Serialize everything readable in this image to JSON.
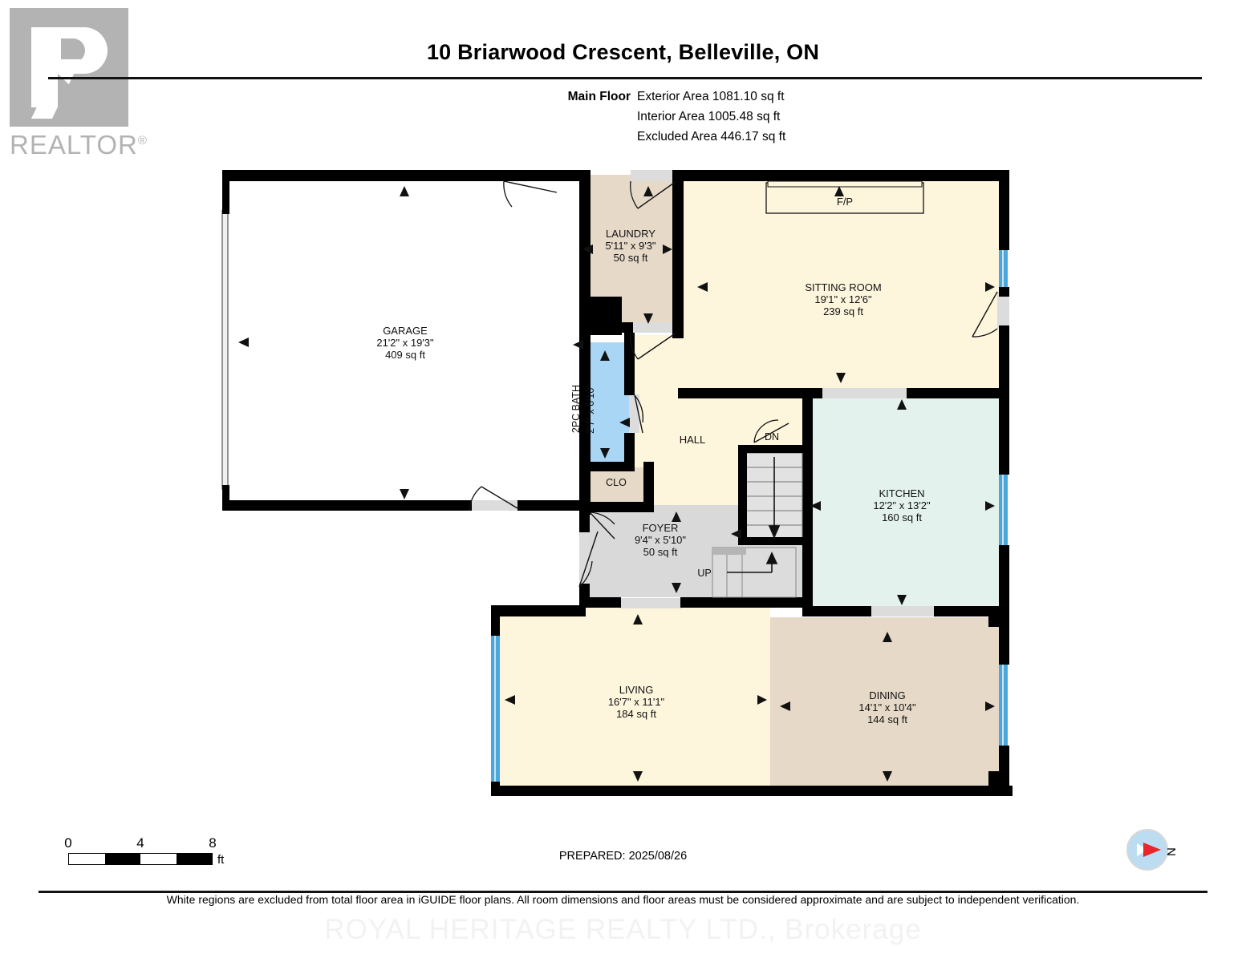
{
  "logo": {
    "word": "REALTOR",
    "registered": "®"
  },
  "header": {
    "title": "10 Briarwood Crescent, Belleville, ON",
    "floor_label": "Main Floor",
    "exterior_area": "Exterior Area 1081.10 sq ft",
    "interior_area": "Interior Area 1005.48 sq ft",
    "excluded_area": "Excluded Area 446.17 sq ft"
  },
  "rooms": {
    "garage": {
      "name": "GARAGE",
      "dims": "21'2\" x 19'3\"",
      "area": "409 sq ft",
      "fill": "#ffffff"
    },
    "laundry": {
      "name": "LAUNDRY",
      "dims": "5'11\" x 9'3\"",
      "area": "50 sq ft",
      "fill": "#e6d9c8"
    },
    "sitting": {
      "name": "SITTING ROOM",
      "dims": "19'1\" x 12'6\"",
      "area": "239 sq ft",
      "fill": "#fdf5dc"
    },
    "kitchen": {
      "name": "KITCHEN",
      "dims": "12'2\" x 13'2\"",
      "area": "160 sq ft",
      "fill": "#e3f2ec"
    },
    "living": {
      "name": "LIVING",
      "dims": "16'7\" x 11'1\"",
      "area": "184 sq ft",
      "fill": "#fdf5dc"
    },
    "dining": {
      "name": "DINING",
      "dims": "14'1\" x 10'4\"",
      "area": "144 sq ft",
      "fill": "#e6d9c8"
    },
    "foyer": {
      "name": "FOYER",
      "dims": "9'4\" x 5'10\"",
      "area": "50 sq ft",
      "fill": "#d9d9d9"
    },
    "hall": {
      "name": "HALL",
      "fill": "#fdf5dc"
    },
    "closet": {
      "name": "CLO",
      "fill": "#e6d9c8"
    },
    "bath": {
      "name": "2PC BATH",
      "dims": "2'7\" x 6'10\"",
      "fill": "#aad6f5"
    },
    "fireplace": {
      "name": "F/P"
    }
  },
  "stairs": {
    "down_label": "DN",
    "up_label": "UP"
  },
  "scale": {
    "ticks": [
      "0",
      "4",
      "8"
    ],
    "unit": "ft"
  },
  "compass": {
    "label": "N",
    "arrow_color": "#e8262b",
    "dial_color": "#bcdcf2"
  },
  "footer": {
    "prepared": "PREPARED: 2025/08/26",
    "disclaimer": "White regions are excluded from total floor area in iGUIDE floor plans. All room dimensions and floor areas must be considered approximate and are subject to independent verification.",
    "watermark": "ROYAL HERITAGE REALTY LTD., Brokerage"
  },
  "colors": {
    "wall": "#000000",
    "window": "#4aa8dd",
    "door": "#dcdcdc",
    "cream": "#fdf5dc",
    "tan": "#e6d9c8",
    "mint": "#e3f2ec",
    "gray": "#d9d9d9",
    "blue": "#aad6f5"
  }
}
